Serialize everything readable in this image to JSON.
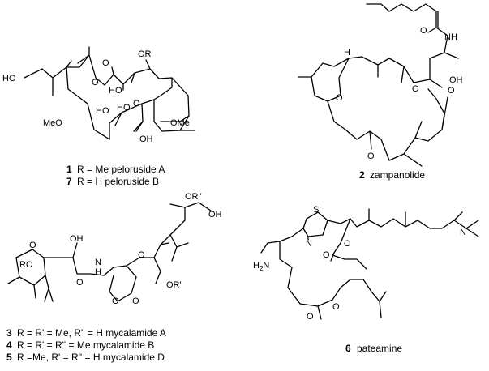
{
  "compounds": {
    "peloruside": {
      "atoms": {
        "ho": "HO",
        "or": "OR",
        "o_ester": "O",
        "o_carbonyl": "O",
        "ho_a": "HO",
        "ho_b": "HO",
        "ho_c": "HO",
        "o_ring": "O",
        "meo": "MeO",
        "ome": "OMe",
        "oh": "OH"
      },
      "captions": [
        {
          "num": "1",
          "text": "R = Me  peloruside A"
        },
        {
          "num": "7",
          "text": "R = H   peloruside B"
        }
      ]
    },
    "zampanolide": {
      "atoms": {
        "h": "H",
        "o_ring": "O",
        "o_amide": "O",
        "nh": "NH",
        "oh": "OH",
        "o_ester": "O",
        "o_lactone": "O",
        "o_ketone": "O"
      },
      "captions": [
        {
          "num": "2",
          "text": "zampanolide"
        }
      ]
    },
    "mycalamide": {
      "atoms": {
        "ro": "RO",
        "o_ring1": "O",
        "oh": "OH",
        "o_amide": "O",
        "n": "N",
        "h": "H",
        "o_ring2": "O",
        "o_acetal1": "O",
        "o_acetal2": "O",
        "or1": "OR'",
        "or2": "OR''",
        "oh_top": "OH"
      },
      "captions": [
        {
          "num": "3",
          "text": "R = R' = Me, R'' = H  mycalamide A"
        },
        {
          "num": "4",
          "text": "R = R' = R'' = Me        mycalamide B"
        },
        {
          "num": "5",
          "text": "R =Me, R' = R'' = H  mycalamide D"
        }
      ]
    },
    "pateamine": {
      "atoms": {
        "s": "S",
        "n_thiazole": "N",
        "h2n": "H",
        "h2n_sub": "2",
        "h2n_n": "N",
        "o_ester": "O",
        "o_carbonyl": "O",
        "o_lactone": "O",
        "o_carbonyl2": "O",
        "n_amine": "N"
      },
      "captions": [
        {
          "num": "6",
          "text": "pateamine"
        }
      ]
    }
  }
}
